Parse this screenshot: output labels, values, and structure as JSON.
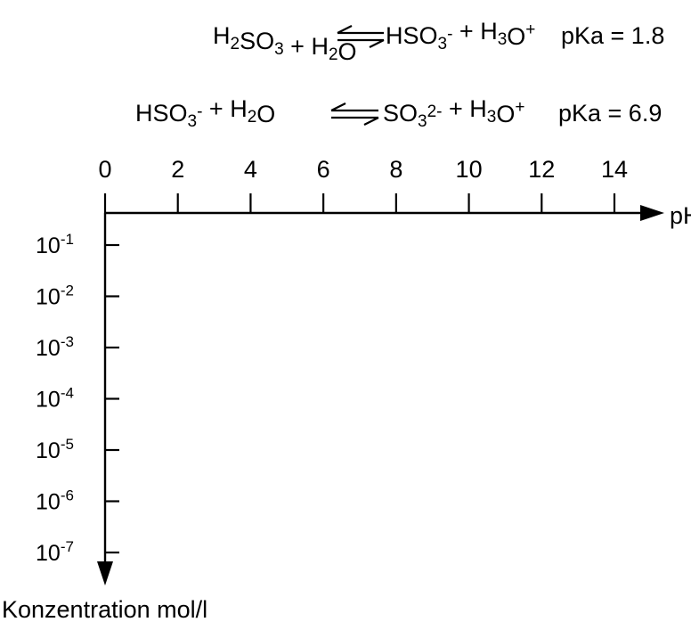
{
  "equations": [
    {
      "lhs": [
        {
          "t": "H"
        },
        {
          "t": "2",
          "sub": true
        },
        {
          "t": "SO"
        },
        {
          "t": "3",
          "sub": true
        },
        {
          "t": " + H"
        },
        {
          "t": "2",
          "sub": true
        },
        {
          "t": "O"
        }
      ],
      "rhs": [
        {
          "t": "HSO"
        },
        {
          "t": "3",
          "sub": true
        },
        {
          "t": "-",
          "sup": true
        },
        {
          "t": " + H"
        },
        {
          "t": "3",
          "sub": true
        },
        {
          "t": "O"
        },
        {
          "t": "+",
          "sup": true
        }
      ],
      "pka": "pKa = 1.8"
    },
    {
      "lhs": [
        {
          "t": "HSO"
        },
        {
          "t": "3",
          "sub": true
        },
        {
          "t": "-",
          "sup": true
        },
        {
          "t": " + H"
        },
        {
          "t": "2",
          "sub": true
        },
        {
          "t": "O"
        }
      ],
      "rhs": [
        {
          "t": "SO"
        },
        {
          "t": "3",
          "sub": true
        },
        {
          "t": "2-",
          "sup": true
        },
        {
          "t": " + H"
        },
        {
          "t": "3",
          "sub": true
        },
        {
          "t": "O"
        },
        {
          "t": "+",
          "sup": true
        }
      ],
      "pka": "pKa = 6.9"
    }
  ],
  "x_axis": {
    "label": "pH",
    "ticks": [
      "0",
      "2",
      "4",
      "6",
      "8",
      "10",
      "12",
      "14"
    ],
    "range": [
      0,
      14
    ]
  },
  "y_axis": {
    "label": "Konzentration mol/l",
    "ticks": [
      {
        "base": "10",
        "exp": "-1"
      },
      {
        "base": "10",
        "exp": "-2"
      },
      {
        "base": "10",
        "exp": "-3"
      },
      {
        "base": "10",
        "exp": "-4"
      },
      {
        "base": "10",
        "exp": "-5"
      },
      {
        "base": "10",
        "exp": "-6"
      },
      {
        "base": "10",
        "exp": "-7"
      }
    ]
  }
}
